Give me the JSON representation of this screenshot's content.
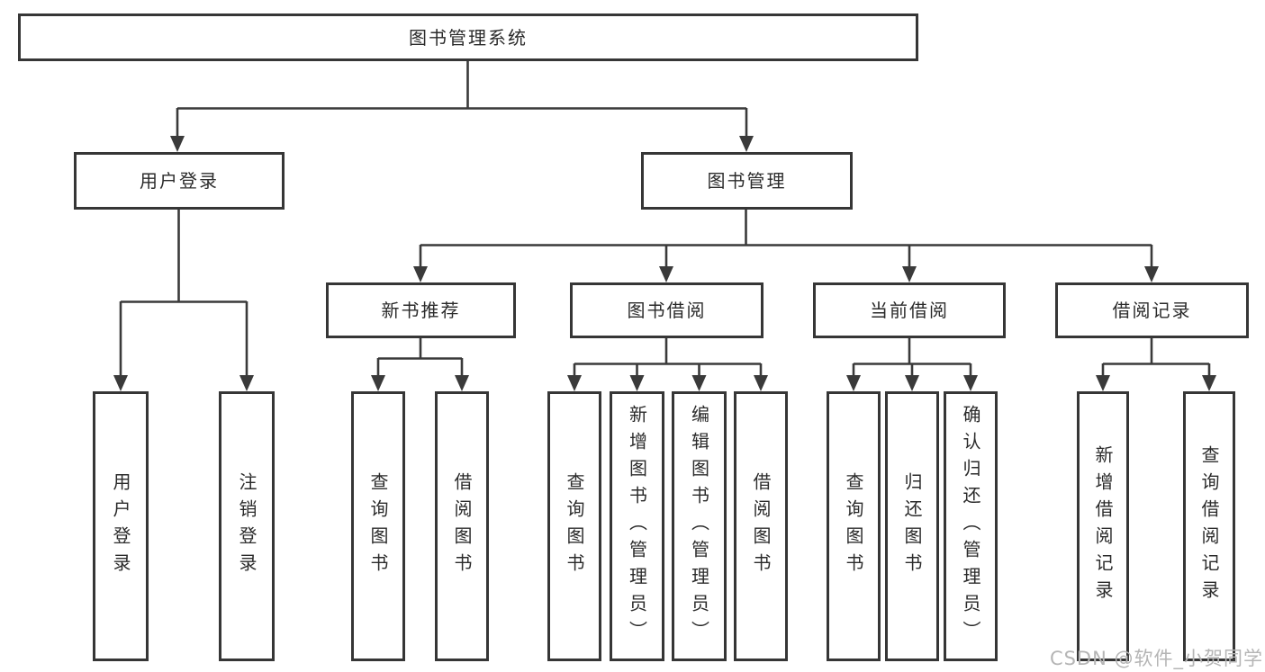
{
  "diagram_title": "图书管理系统",
  "nodes": {
    "root": "图书管理系统",
    "user_login": "用户登录",
    "book_management": "图书管理",
    "new_book_rec": "新书推荐",
    "book_borrow": "图书借阅",
    "current_borrow": "当前借阅",
    "borrow_records": "借阅记录",
    "leaf_user_login": "用户登录",
    "leaf_logout": "注销登录",
    "leaf_nb_query": "查询图书",
    "leaf_nb_borrow": "借阅图书",
    "leaf_bb_query": "查询图书",
    "leaf_bb_add": "新增图书（管理员）",
    "leaf_bb_edit": "编辑图书（管理员）",
    "leaf_bb_borrow": "借阅图书",
    "leaf_cb_query": "查询图书",
    "leaf_cb_return": "归还图书",
    "leaf_cb_confirm": "确认归还（管理员）",
    "leaf_br_add": "新增借阅记录",
    "leaf_br_query": "查询借阅记录"
  },
  "watermark": "CSDN @软件_小贺同学",
  "colors": {
    "line": "#3a3a3a",
    "box_border": "#363636",
    "box_fill": "#ffffff",
    "text": "#2b2b2b",
    "watermark": "#b5b5b5"
  }
}
